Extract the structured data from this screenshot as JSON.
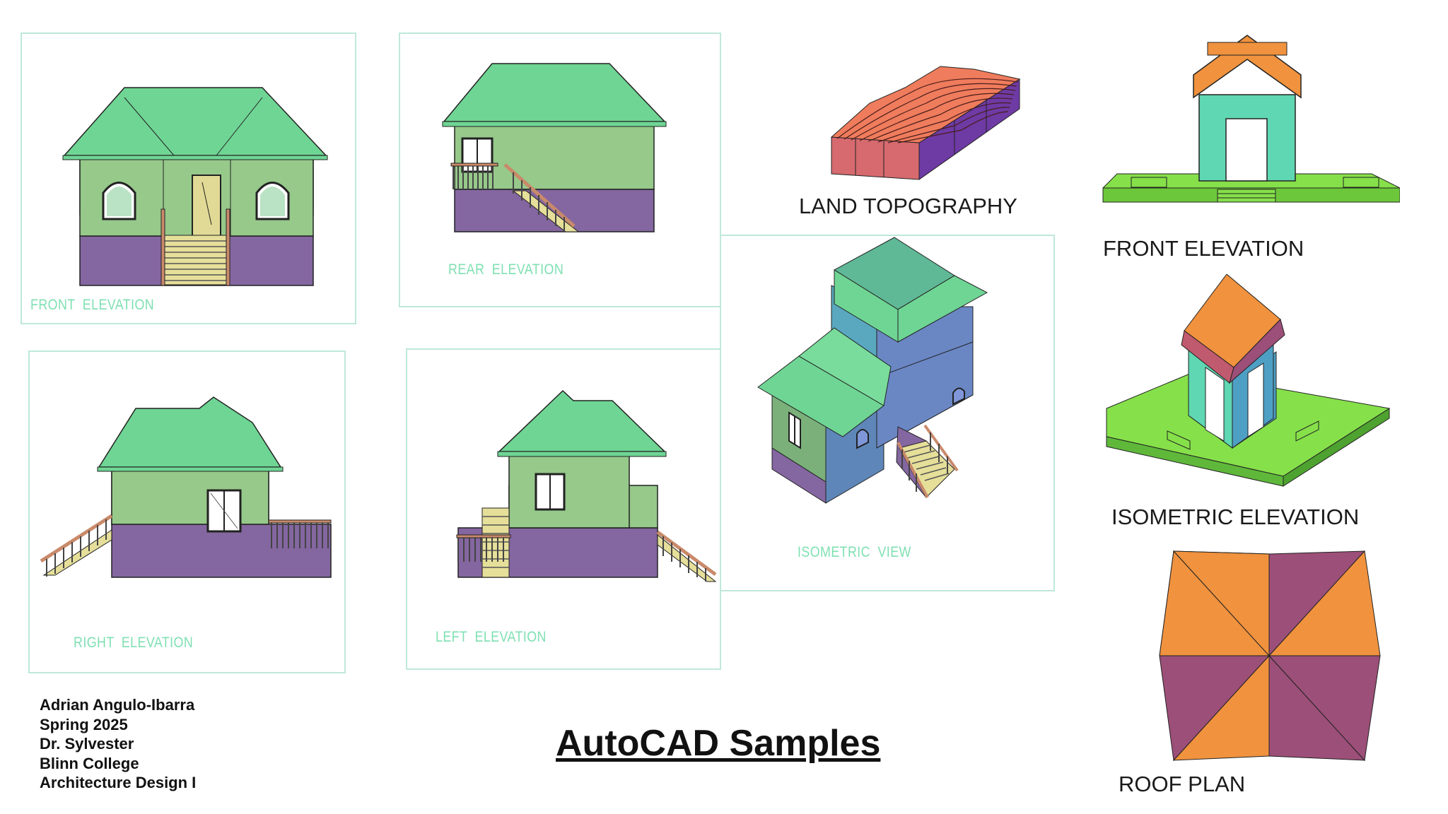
{
  "panels": {
    "front_elevation": "FRONT  ELEVATION",
    "rear_elevation": "REAR  ELEVATION",
    "right_elevation": "RIGHT  ELEVATION",
    "left_elevation": "LEFT  ELEVATION",
    "isometric_view": "ISOMETRIC  VIEW"
  },
  "illustrations": {
    "land_topography": "LAND TOPOGRAPHY",
    "front_elevation": "FRONT ELEVATION",
    "isometric_elevation": "ISOMETRIC ELEVATION",
    "roof_plan": "ROOF PLAN"
  },
  "credits": {
    "name": "Adrian Angulo-Ibarra",
    "term": "Spring 2025",
    "instructor": "Dr. Sylvester",
    "school": "Blinn College",
    "course": "Architecture Design I"
  },
  "title": "AutoCAD Samples",
  "colors": {
    "roof_green": "#6fd594",
    "wall_green": "#96c98a",
    "foundation_purple": "#8466a0",
    "stair_yellow": "#e6df9a",
    "panel_border": "#bfe8dc",
    "cad_label": "#7fe0b2",
    "roof_orange": "#f0923e",
    "roof_plum": "#9c4f78",
    "tower_teal": "#5fd7b2",
    "base_lime": "#86e04a"
  }
}
